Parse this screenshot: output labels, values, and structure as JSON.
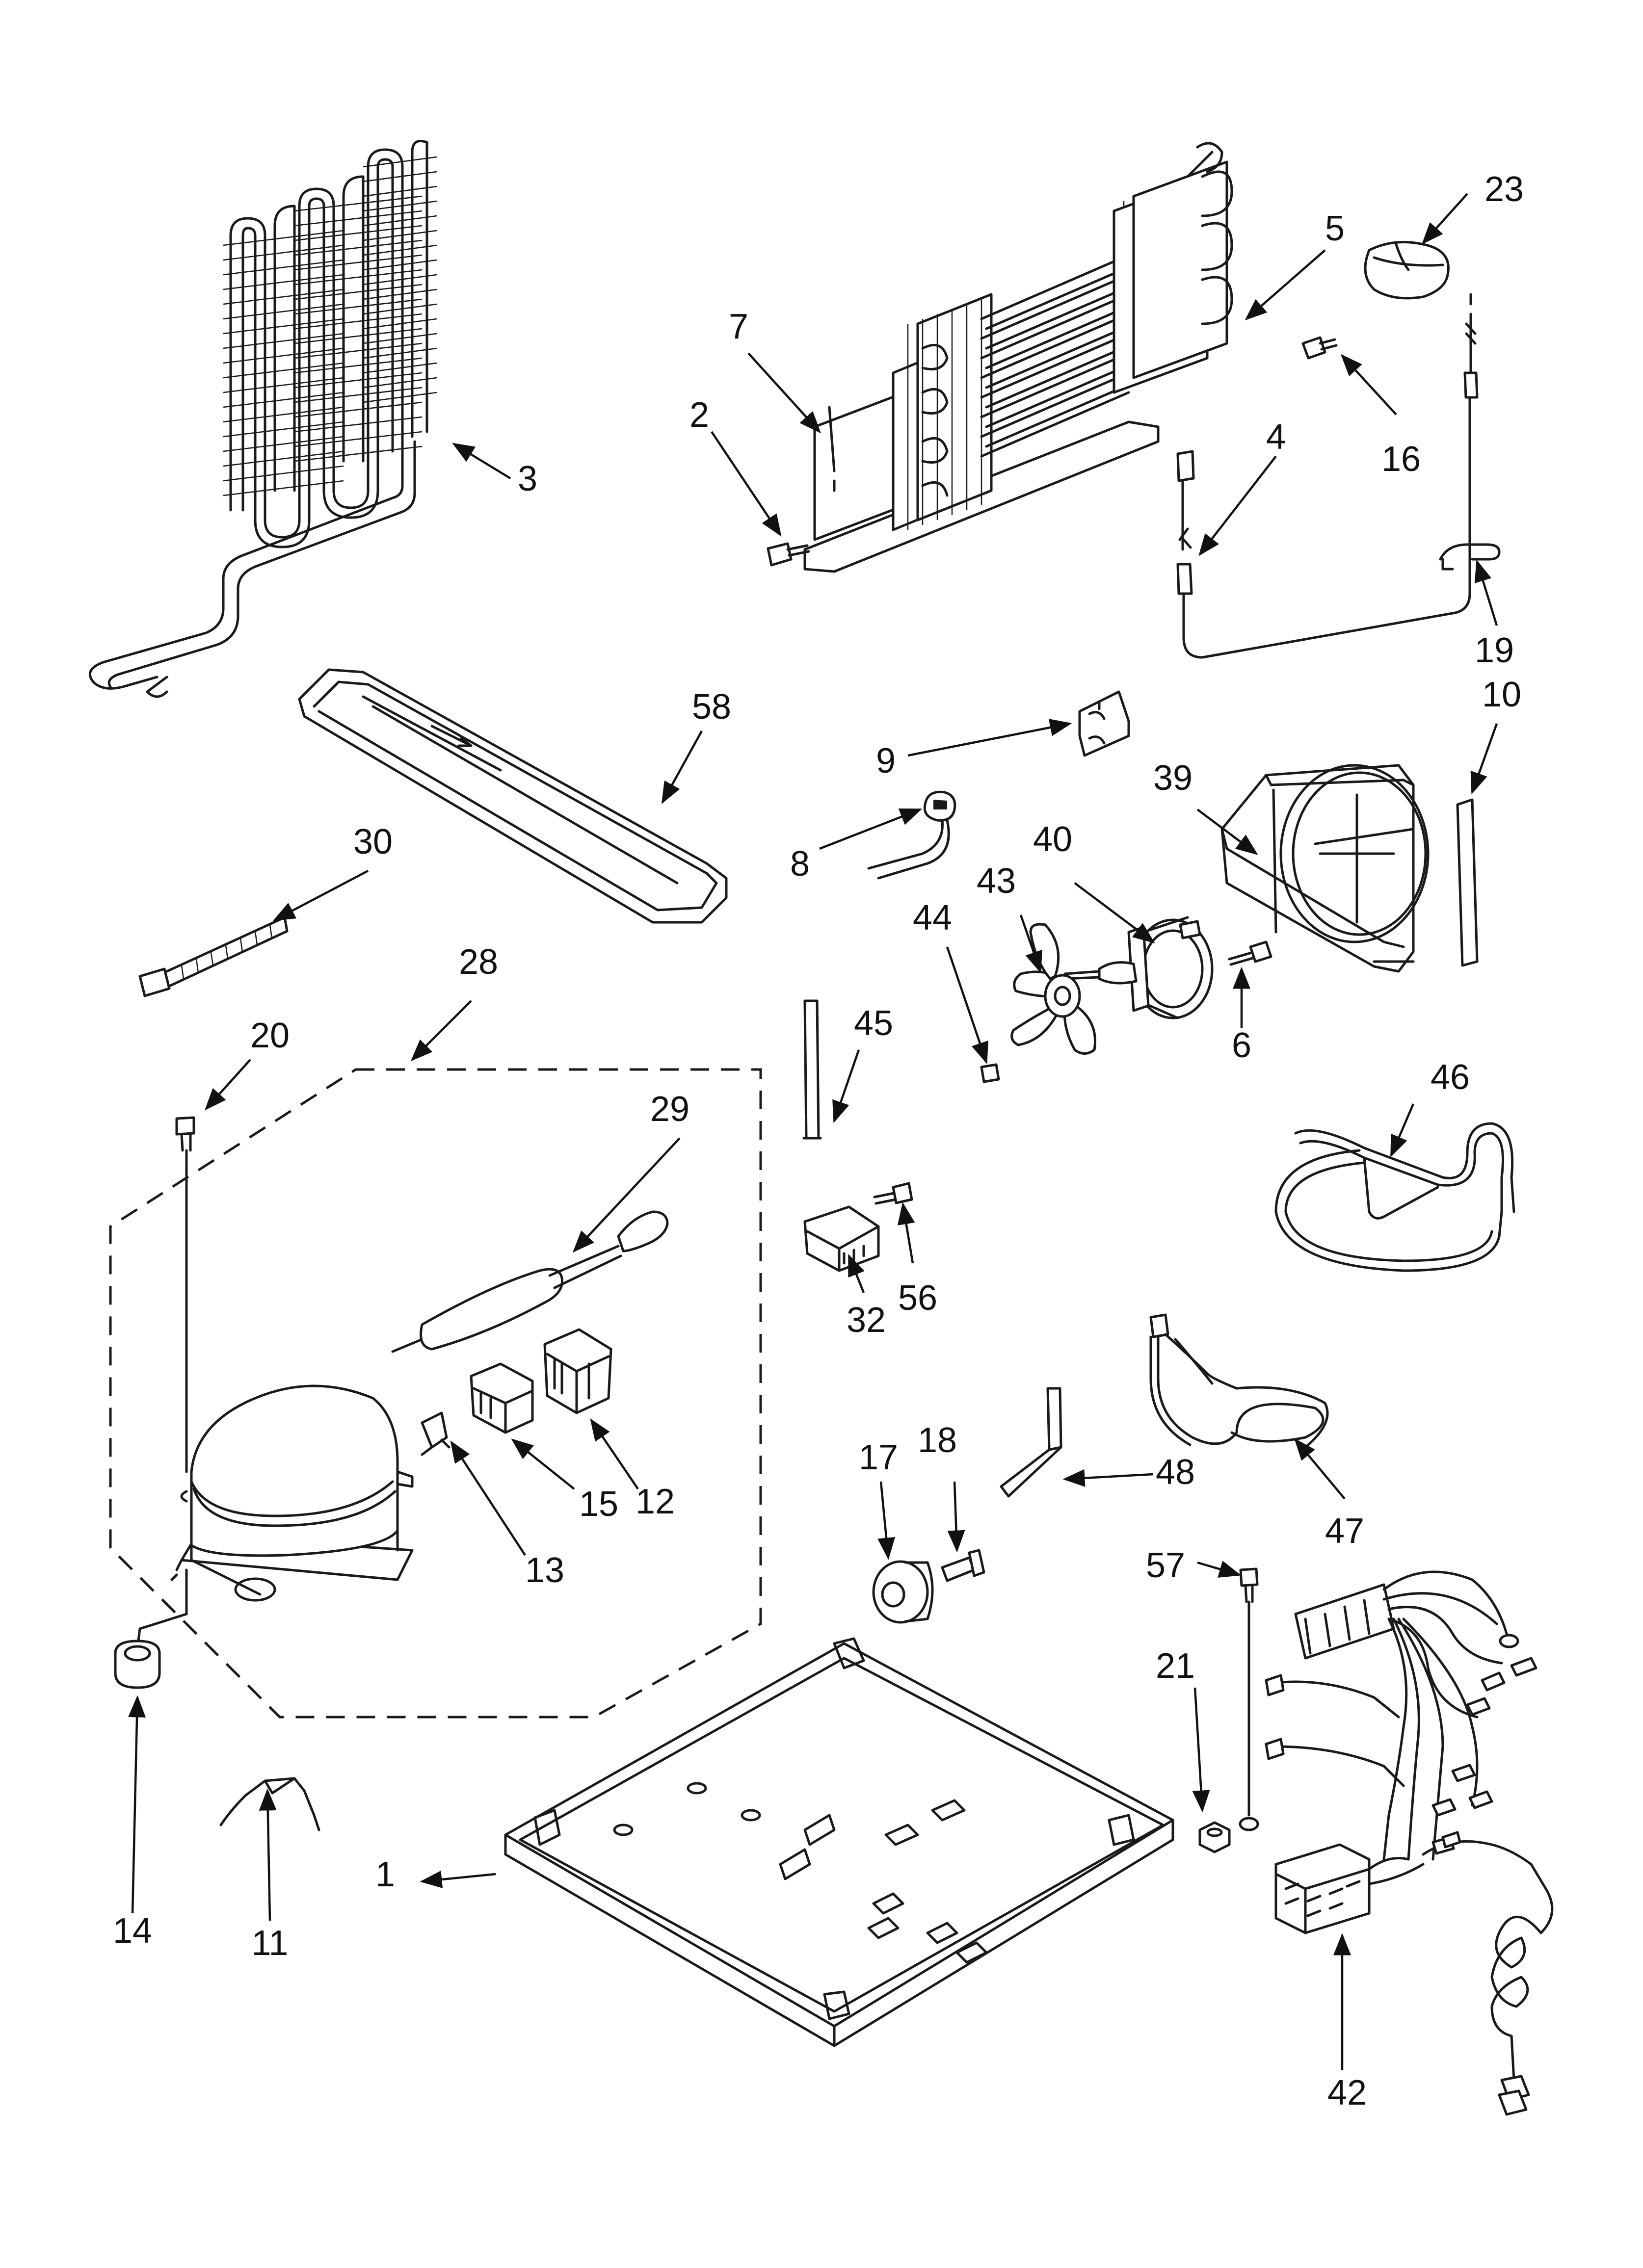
{
  "diagram": {
    "callouts": [
      "1",
      "2",
      "3",
      "4",
      "5",
      "6",
      "7",
      "8",
      "9",
      "10",
      "11",
      "12",
      "13",
      "14",
      "15",
      "16",
      "17",
      "18",
      "19",
      "20",
      "21",
      "23",
      "28",
      "29",
      "30",
      "32",
      "39",
      "40",
      "42",
      "43",
      "44",
      "45",
      "46",
      "47",
      "48",
      "56",
      "57",
      "58"
    ]
  }
}
